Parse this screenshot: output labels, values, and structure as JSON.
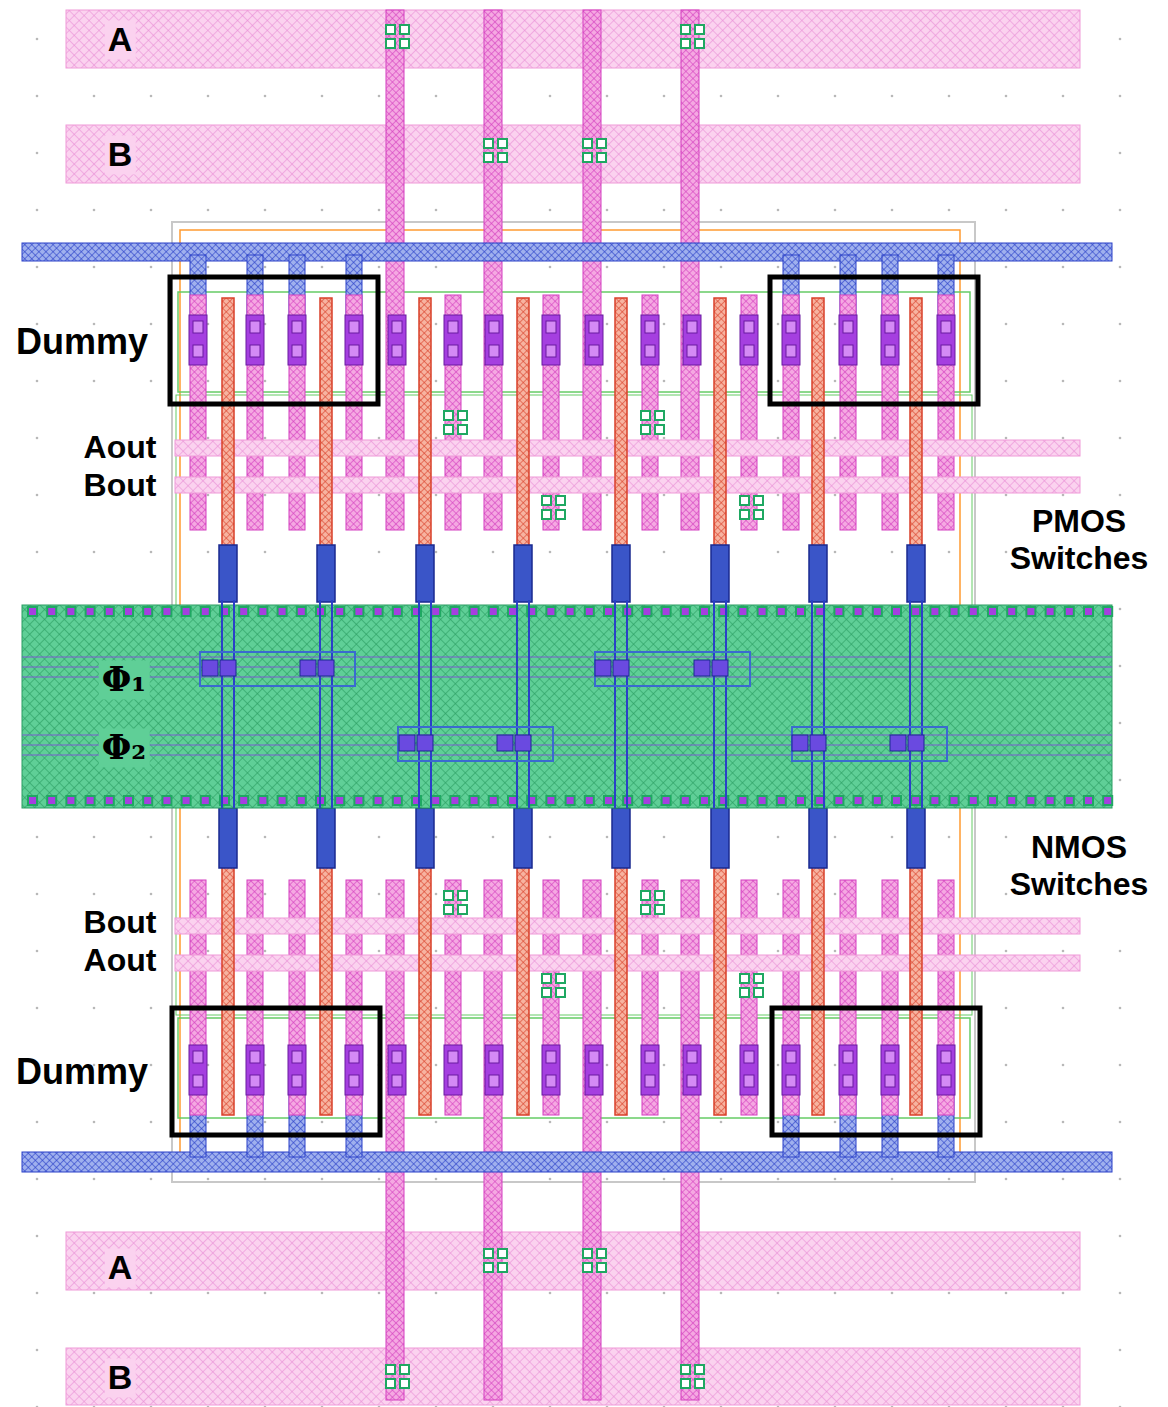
{
  "diagram": {
    "labels": [
      "A",
      "B",
      "Dummy",
      "Aout",
      "Bout",
      "PMOS Switches",
      "Φ₁",
      "Φ₂",
      "NMOS Switches",
      "Bout",
      "Aout",
      "Dummy",
      "A",
      "B"
    ]
  }
}
